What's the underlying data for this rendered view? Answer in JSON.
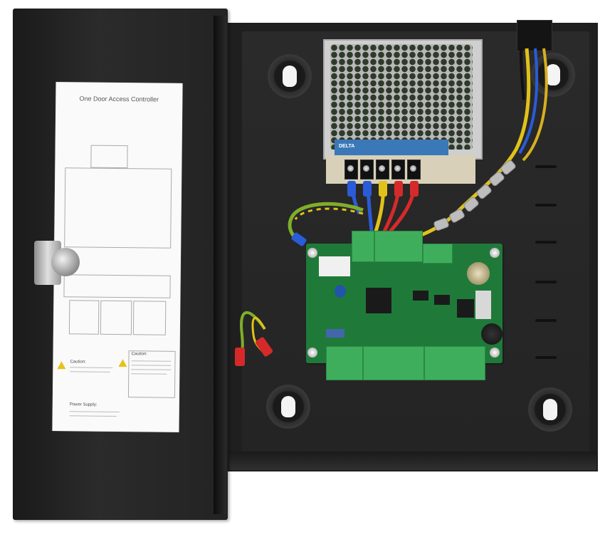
{
  "image": {
    "subject": "single-door-access-controller-enclosure",
    "colors": {
      "enclosure": "#1f1f1f",
      "board": "#1f7a3a",
      "terminal_green": "#3fae5c",
      "psu_label": "#3a78b8",
      "wire_yellow": "#e0c21a",
      "wire_blue": "#2a5bd8",
      "wire_red": "#d62a2a",
      "wire_black": "#111111"
    }
  },
  "door_label": {
    "title": "One Door Access Controller",
    "power_supply_heading": "Power Supply:",
    "caution_left": "Caution:",
    "caution_right": "Caution:"
  },
  "psu_brand": "DELTA"
}
